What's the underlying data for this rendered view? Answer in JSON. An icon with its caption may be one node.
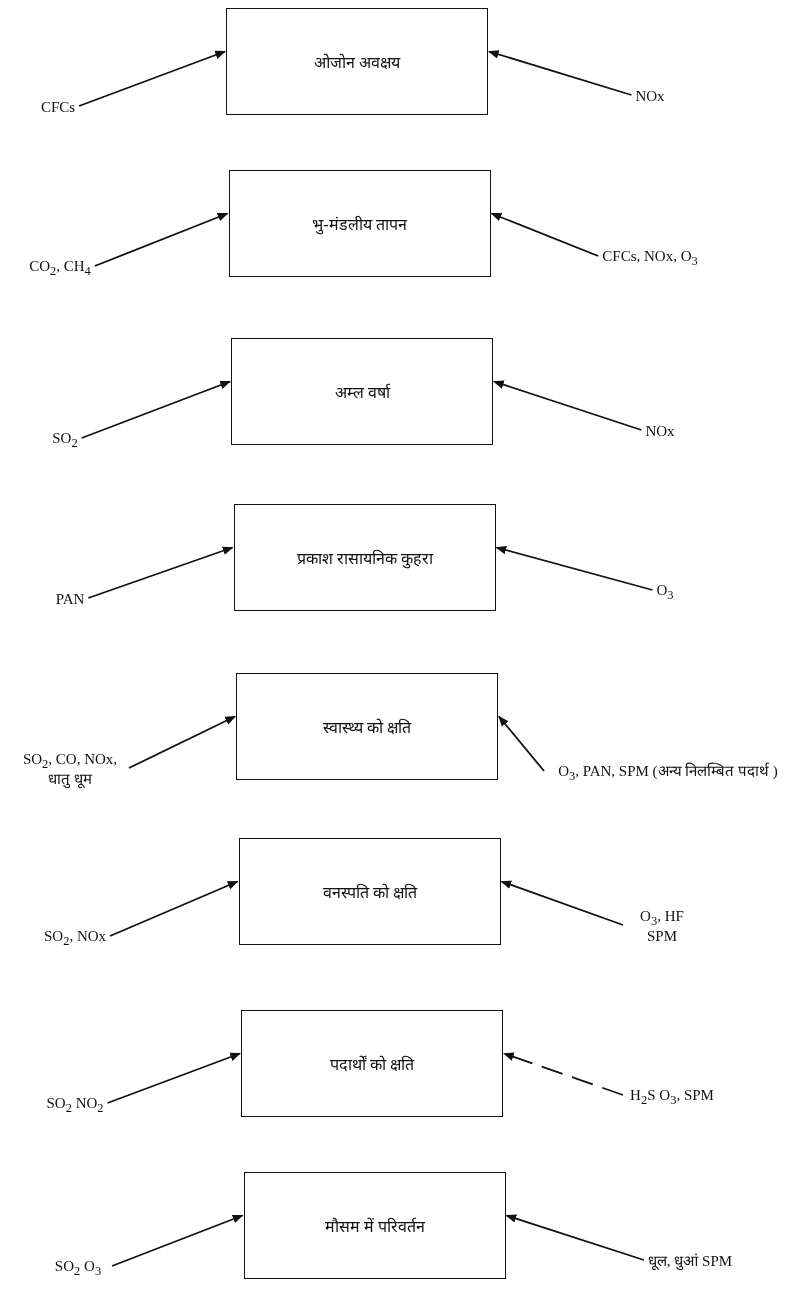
{
  "diagram": {
    "nodes": [
      {
        "text": [
          "CFCs"
        ]
      },
      {
        "text": [
          "ओजोन अवक्षय"
        ]
      },
      {
        "text": [
          "NOx"
        ]
      },
      {
        "text": [
          "CO$_{2}$, CH$_{4}$"
        ]
      },
      {
        "text": [
          "भु-मंडलीय तापन"
        ]
      },
      {
        "text": [
          "CFCs, NOx, O$_{3}$"
        ]
      },
      {
        "text": [
          "SO$_{2}$"
        ]
      },
      {
        "text": [
          "अम्ल वर्षा"
        ]
      },
      {
        "text": [
          "NOx"
        ]
      },
      {
        "text": [
          "PAN"
        ]
      },
      {
        "text": [
          "प्रकाश रासायनिक कुहरा"
        ]
      },
      {
        "text": [
          "O$_{3}$"
        ]
      },
      {
        "text": [
          "SO$_{2}$, CO, NOx, धातु धूम"
        ]
      },
      {
        "text": [
          "स्वास्थ्य को क्षति"
        ]
      },
      {
        "text": [
          "O$_{3}$, PAN, SPM (अन्य निलम्बित पदार्थ )"
        ]
      },
      {
        "text": [
          "SO$_{2}$, NOx"
        ]
      },
      {
        "text": [
          "वनस्पति को क्षति"
        ]
      },
      {
        "text": [
          "O$_{3}$, HF SPM"
        ]
      },
      {
        "text": [
          "SO$_{2}$ NO$_{2}$"
        ]
      },
      {
        "text": [
          "पदार्थों को क्षति"
        ]
      },
      {
        "text": [
          "H$_{2}$S O$_{3}$, SPM"
        ]
      },
      {
        "text": [
          "SO$_{2}$ O$_{3}$"
        ]
      },
      {
        "text": [
          "मौसम में परिवर्तन"
        ]
      },
      {
        "text": [
          "धूल, धुआं SPM"
        ]
      }
    ],
    "edges": [
      {
        "from": 0,
        "to": 1,
        "arrow": "to"
      },
      {
        "from": 2,
        "to": 1,
        "arrow": "to"
      },
      {
        "from": 3,
        "to": 4,
        "arrow": "to"
      },
      {
        "from": 5,
        "to": 4,
        "arrow": "to"
      },
      {
        "from": 6,
        "to": 7,
        "arrow": "to"
      },
      {
        "from": 8,
        "to": 7,
        "arrow": "to"
      },
      {
        "from": 9,
        "to": 10,
        "arrow": "to"
      },
      {
        "from": 11,
        "to": 10,
        "arrow": "to"
      },
      {
        "from": 12,
        "to": 13,
        "arrow": "to"
      },
      {
        "from": 14,
        "to": 13,
        "arrow": "to"
      },
      {
        "from": 15,
        "to": 16,
        "arrow": "to"
      },
      {
        "from": 17,
        "to": 16,
        "arrow": "to"
      },
      {
        "from": 18,
        "to": 19,
        "arrow": "to"
      },
      {
        "from": 20,
        "to": 19,
        "arrow": "to",
        "style": "dashed"
      },
      {
        "from": 21,
        "to": 22,
        "arrow": "to"
      },
      {
        "from": 23,
        "to": 22,
        "arrow": "to"
      }
    ]
  }
}
